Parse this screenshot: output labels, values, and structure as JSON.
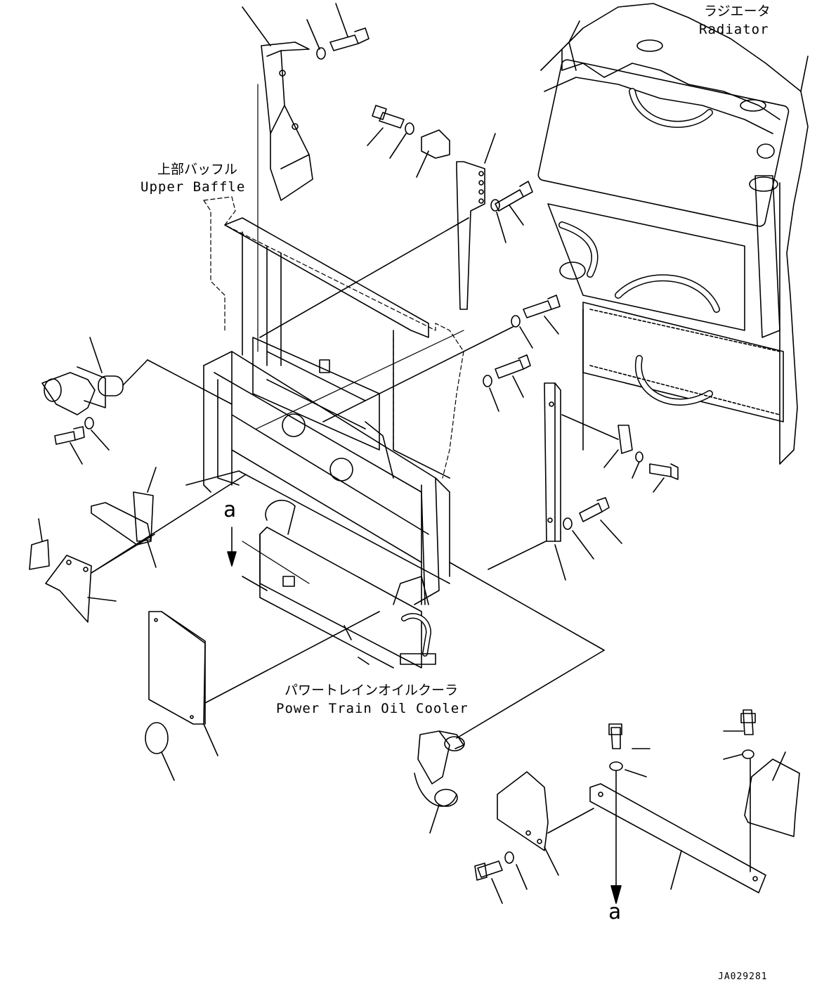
{
  "labels": {
    "radiator_jp": "ラジエータ",
    "radiator_en": "Radiator",
    "upper_baffle_jp": "上部バッフル",
    "upper_baffle_en": "Upper Baffle",
    "oil_cooler_jp": "パワートレインオイルクーラ",
    "oil_cooler_en": "Power Train Oil Cooler",
    "ref_a_top": "a",
    "ref_a_bottom": "a",
    "drawing_id": "JA029281"
  }
}
